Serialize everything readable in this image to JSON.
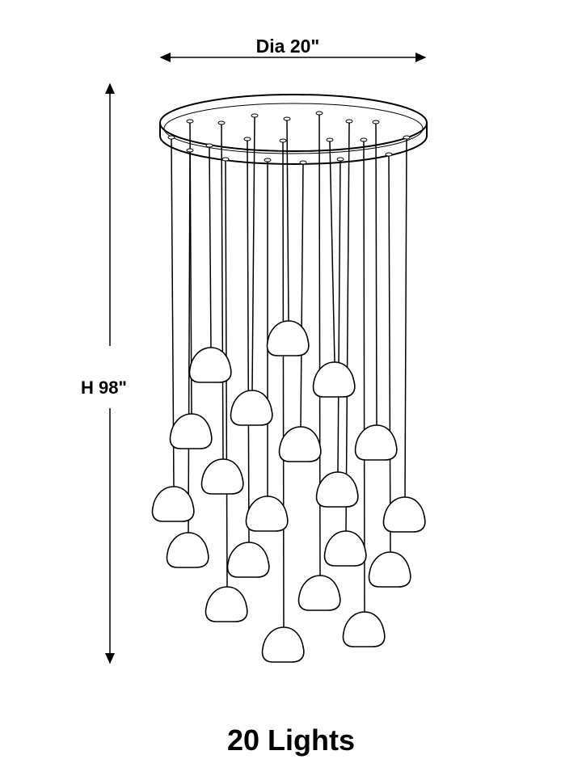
{
  "diagram": {
    "diameter_label": "Dia 20\"",
    "height_label": "H 98\"",
    "title": "20 Lights",
    "light_count": 20,
    "line_color": "#000000"
  }
}
